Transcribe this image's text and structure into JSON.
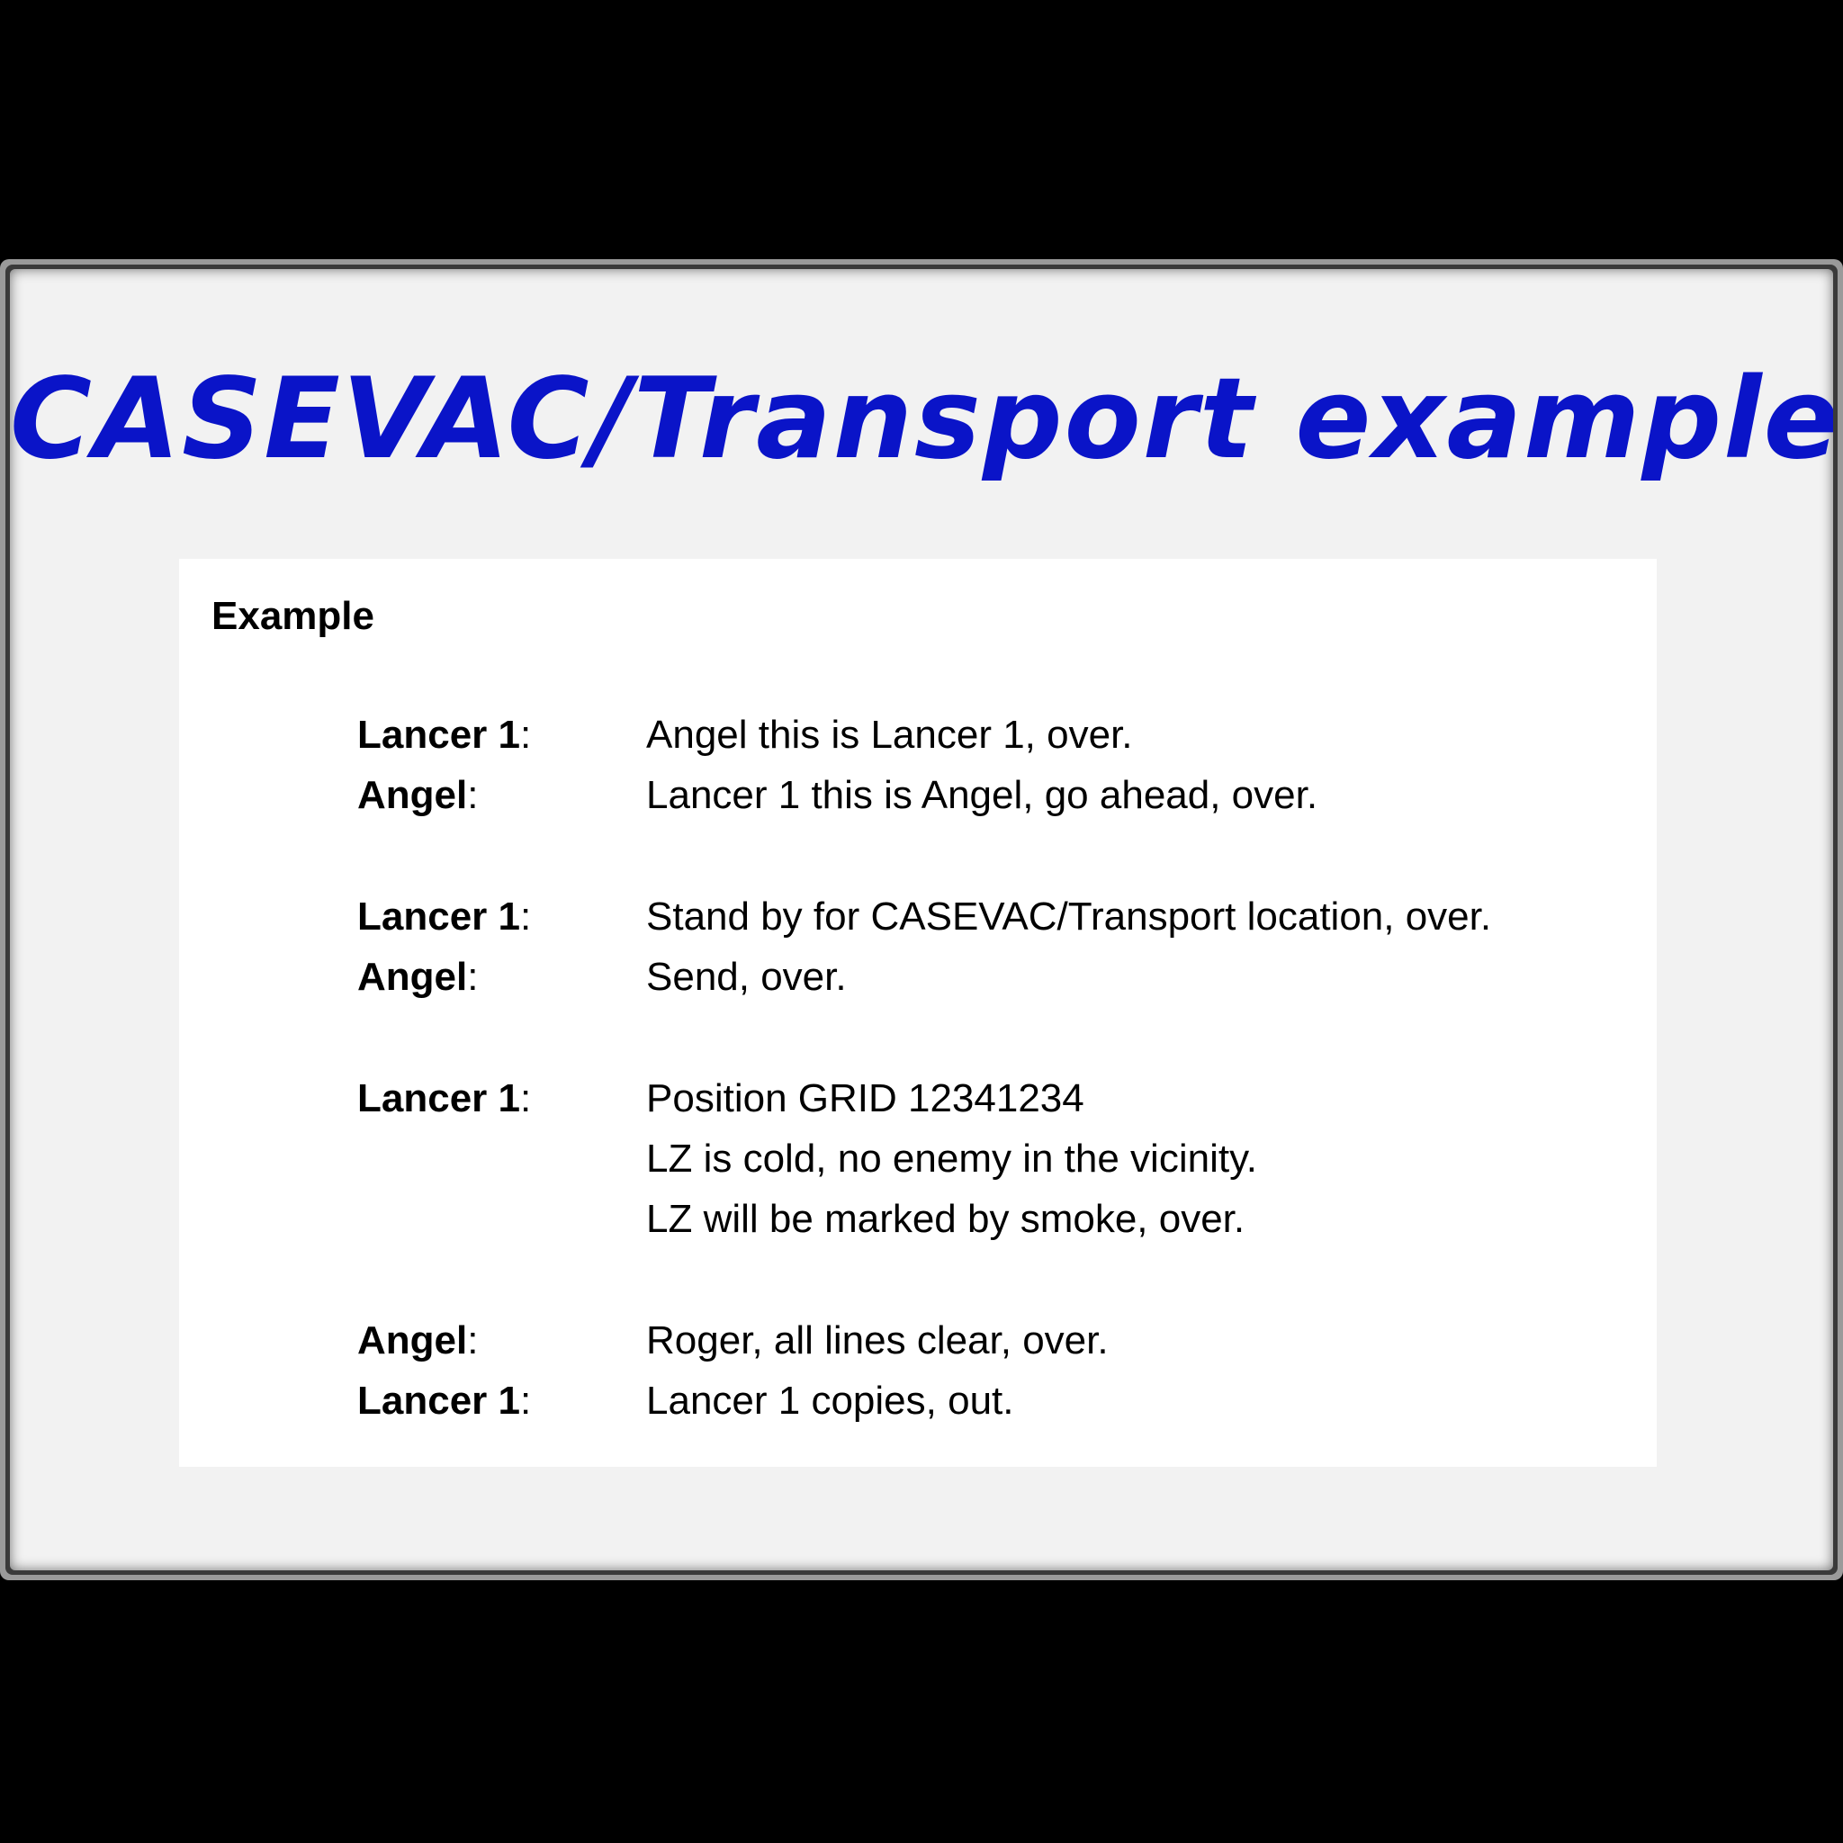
{
  "slide": {
    "title": "CASEVAC/Transport example"
  },
  "document": {
    "heading": "Example",
    "exchanges": [
      {
        "lines": [
          {
            "speaker": "Lancer 1",
            "colon": ":",
            "message": [
              "Angel this is Lancer 1, over."
            ]
          },
          {
            "speaker": "Angel",
            "colon": ":",
            "message": [
              "Lancer 1 this is Angel, go ahead, over."
            ]
          }
        ]
      },
      {
        "lines": [
          {
            "speaker": "Lancer 1",
            "colon": ":",
            "message": [
              "Stand by for CASEVAC/Transport location, over."
            ]
          },
          {
            "speaker": "Angel",
            "colon": ":",
            "message": [
              "Send, over."
            ]
          }
        ]
      },
      {
        "lines": [
          {
            "speaker": "Lancer 1",
            "colon": ":",
            "message": [
              "Position GRID 12341234",
              "LZ is cold, no enemy in the vicinity.",
              "LZ will be marked by smoke, over."
            ]
          }
        ]
      },
      {
        "lines": [
          {
            "speaker": "Angel",
            "colon": ":",
            "message": [
              "Roger, all lines clear, over."
            ]
          },
          {
            "speaker": "Lancer 1",
            "colon": ":",
            "message": [
              "Lancer 1 copies, out."
            ]
          }
        ]
      }
    ]
  },
  "colors": {
    "title": "#0a14c8",
    "background": "#000000",
    "slide": "#f2f2f2",
    "panel": "#ffffff"
  }
}
